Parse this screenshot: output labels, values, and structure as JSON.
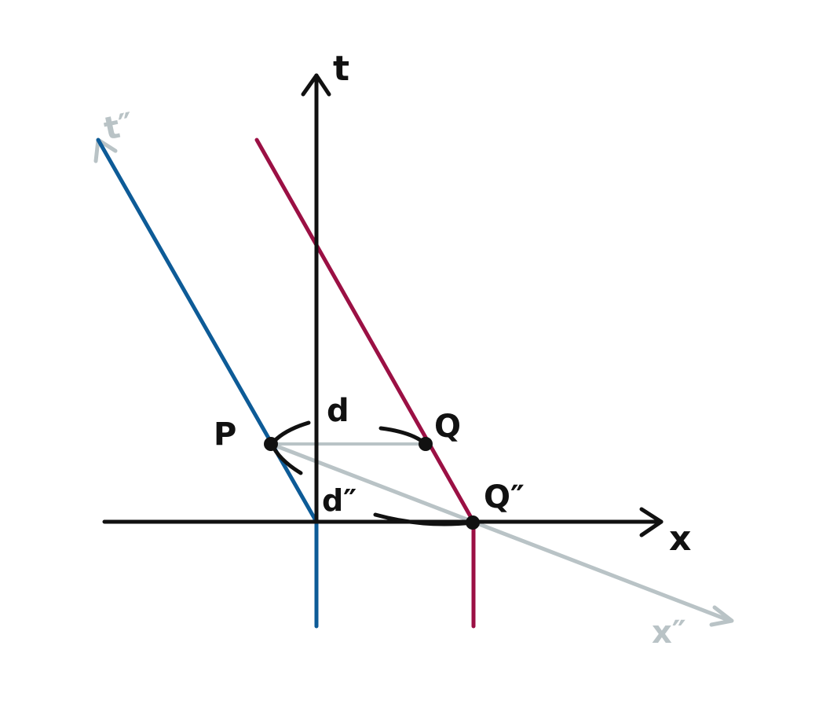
{
  "diagram": {
    "axes": {
      "t": "t",
      "x": "x",
      "t_prime": "t″",
      "x_prime": "x″"
    },
    "points": {
      "P": "P",
      "Q": "Q",
      "Q_prime": "Q″"
    },
    "distances": {
      "d": "d",
      "d_prime": "d″"
    },
    "colors": {
      "axis": "#111111",
      "worldline_P": "#0d5b97",
      "worldline_Q": "#9b1044",
      "primed_frame": "#b9c3c6",
      "point": "#111111"
    }
  }
}
